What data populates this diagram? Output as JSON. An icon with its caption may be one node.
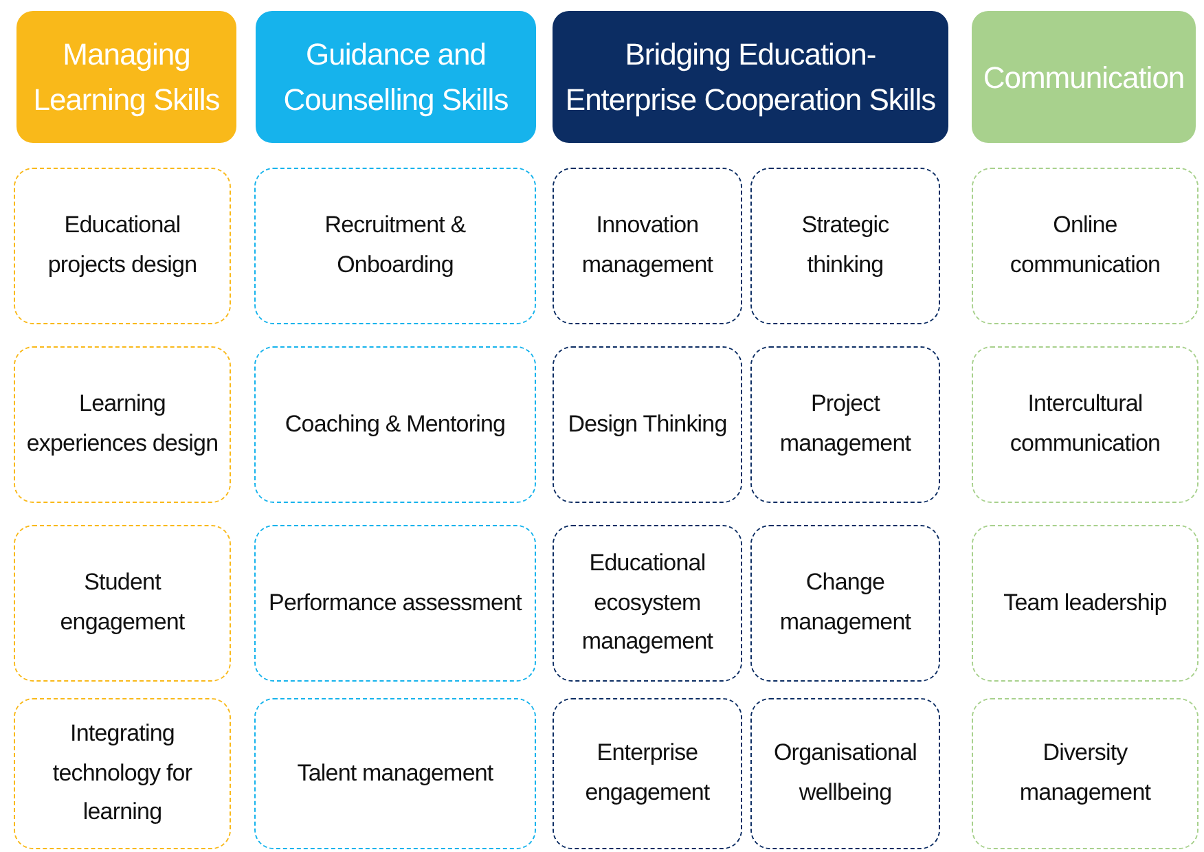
{
  "diagram": {
    "nodes": [
      {
        "text": [
          "Managing Learning Skills"
        ]
      },
      {
        "text": [
          "Guidance and Counselling Skills"
        ]
      },
      {
        "text": [
          "Bridging Education-Enterprise Cooperation Skills"
        ]
      },
      {
        "text": [
          "Communication"
        ]
      },
      {
        "text": [
          "Educational projects design"
        ]
      },
      {
        "text": [
          "Learning experiences design"
        ]
      },
      {
        "text": [
          "Student engagement"
        ]
      },
      {
        "text": [
          "Integrating technology for learning"
        ]
      },
      {
        "text": [
          "Recruitment & Onboarding"
        ]
      },
      {
        "text": [
          "Coaching & Mentoring"
        ]
      },
      {
        "text": [
          "Performance assessment"
        ]
      },
      {
        "text": [
          "Talent management"
        ]
      },
      {
        "text": [
          "Innovation management"
        ]
      },
      {
        "text": [
          "Strategic thinking"
        ]
      },
      {
        "text": [
          "Design Thinking"
        ]
      },
      {
        "text": [
          "Project management"
        ]
      },
      {
        "text": [
          "Educational ecosystem management"
        ]
      },
      {
        "text": [
          "Change management"
        ]
      },
      {
        "text": [
          "Enterprise engagement"
        ]
      },
      {
        "text": [
          "Organisational wellbeing"
        ]
      },
      {
        "text": [
          "Online communication"
        ]
      },
      {
        "text": [
          "Intercultural communication"
        ]
      },
      {
        "text": [
          "Team leadership"
        ]
      },
      {
        "text": [
          "Diversity management"
        ]
      }
    ]
  }
}
